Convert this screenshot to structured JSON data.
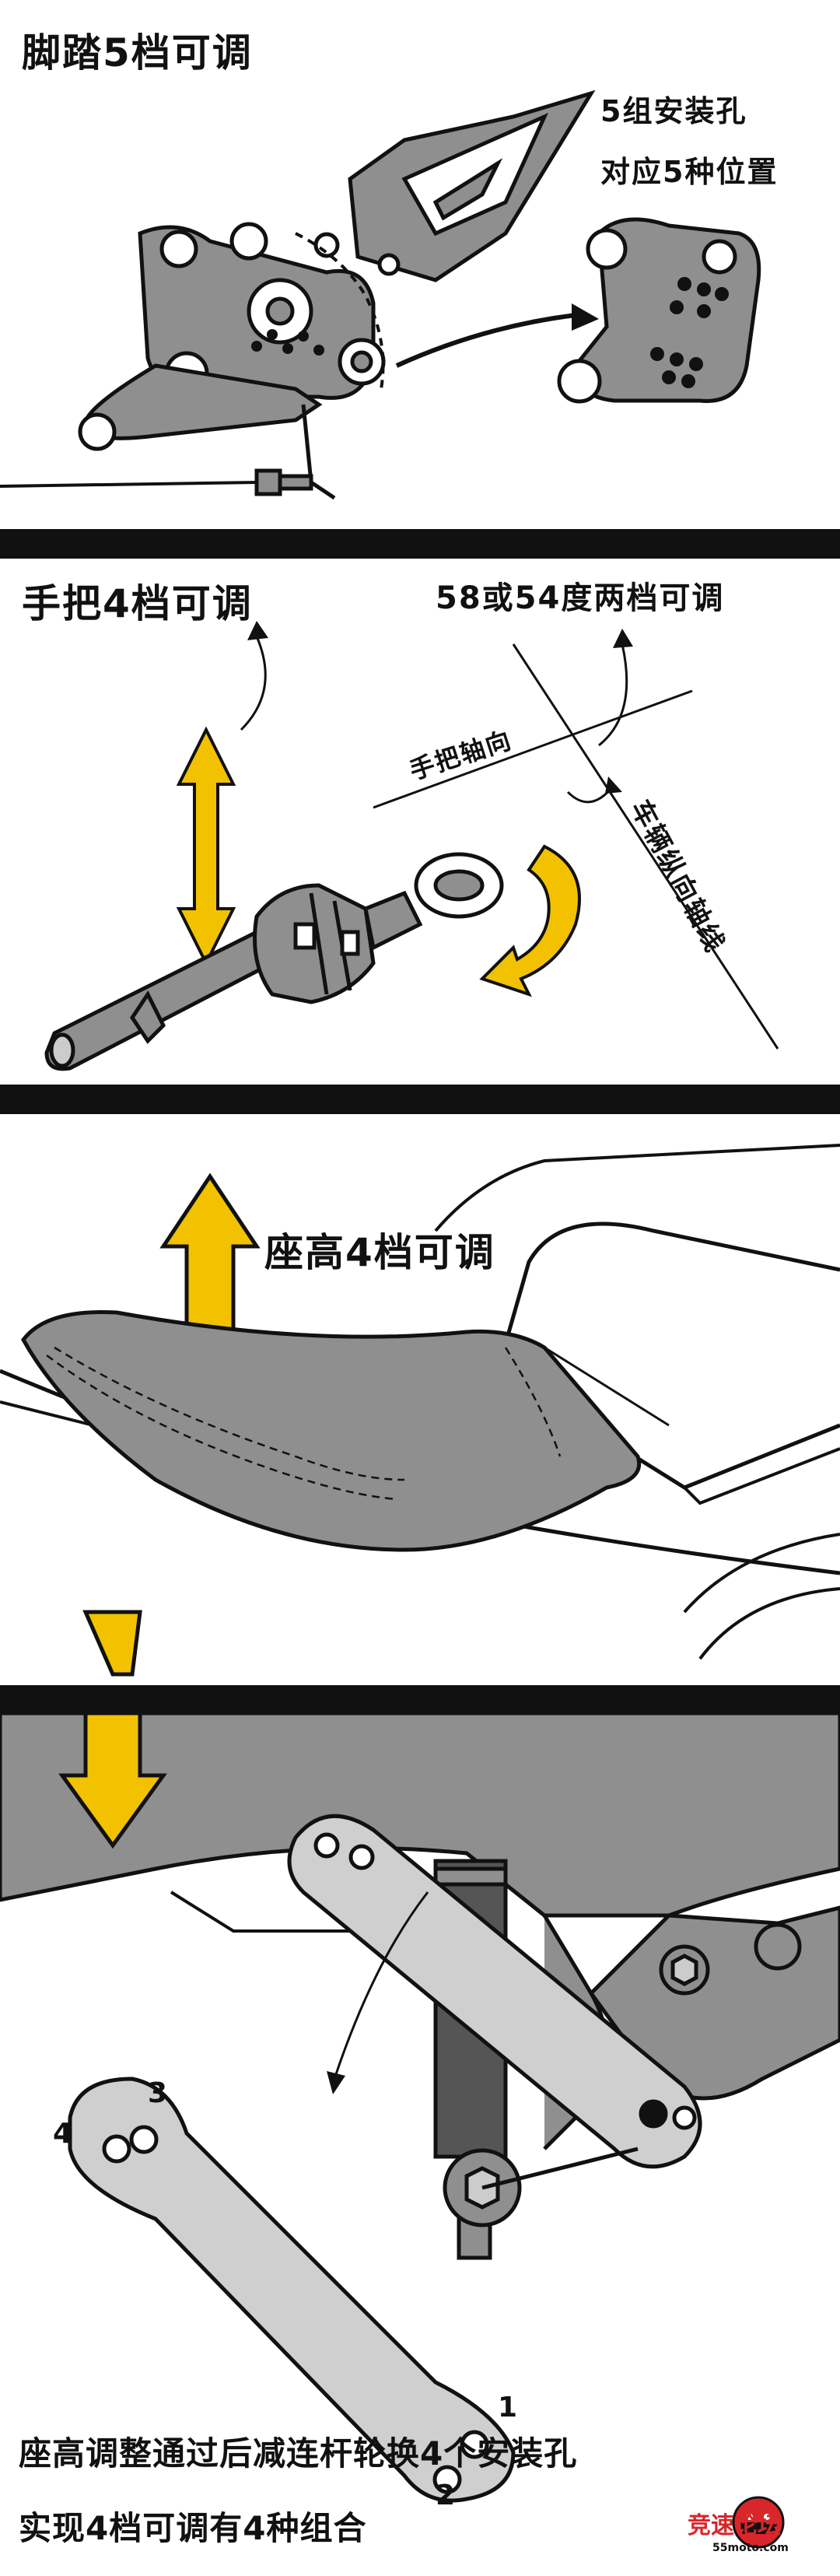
{
  "panel1": {
    "title": "脚踏5档可调",
    "note_line1": "5组安装孔",
    "note_line2": "对应5种位置"
  },
  "panel2": {
    "title": "手把4档可调",
    "angle_note": "58或54度两档可调",
    "axis_label": "手把轴向",
    "frame_axis_label": "车辆纵向轴线"
  },
  "panel3": {
    "title": "座高4档可调"
  },
  "panel4": {
    "hole_numbers": [
      "1",
      "2",
      "3",
      "4"
    ],
    "caption_line1": "座高调整通过后减连杆轮换4个安装孔",
    "caption_line2": "实现4档可调有4种组合"
  },
  "logo": {
    "text": "竞速论坛",
    "url_text": "55moto.com"
  },
  "colors": {
    "ink": "#111111",
    "part_gray": "#8f8f8f",
    "light_gray": "#cfcfcf",
    "arrow_yellow": "#f2c200",
    "logo_red": "#d8262a"
  }
}
